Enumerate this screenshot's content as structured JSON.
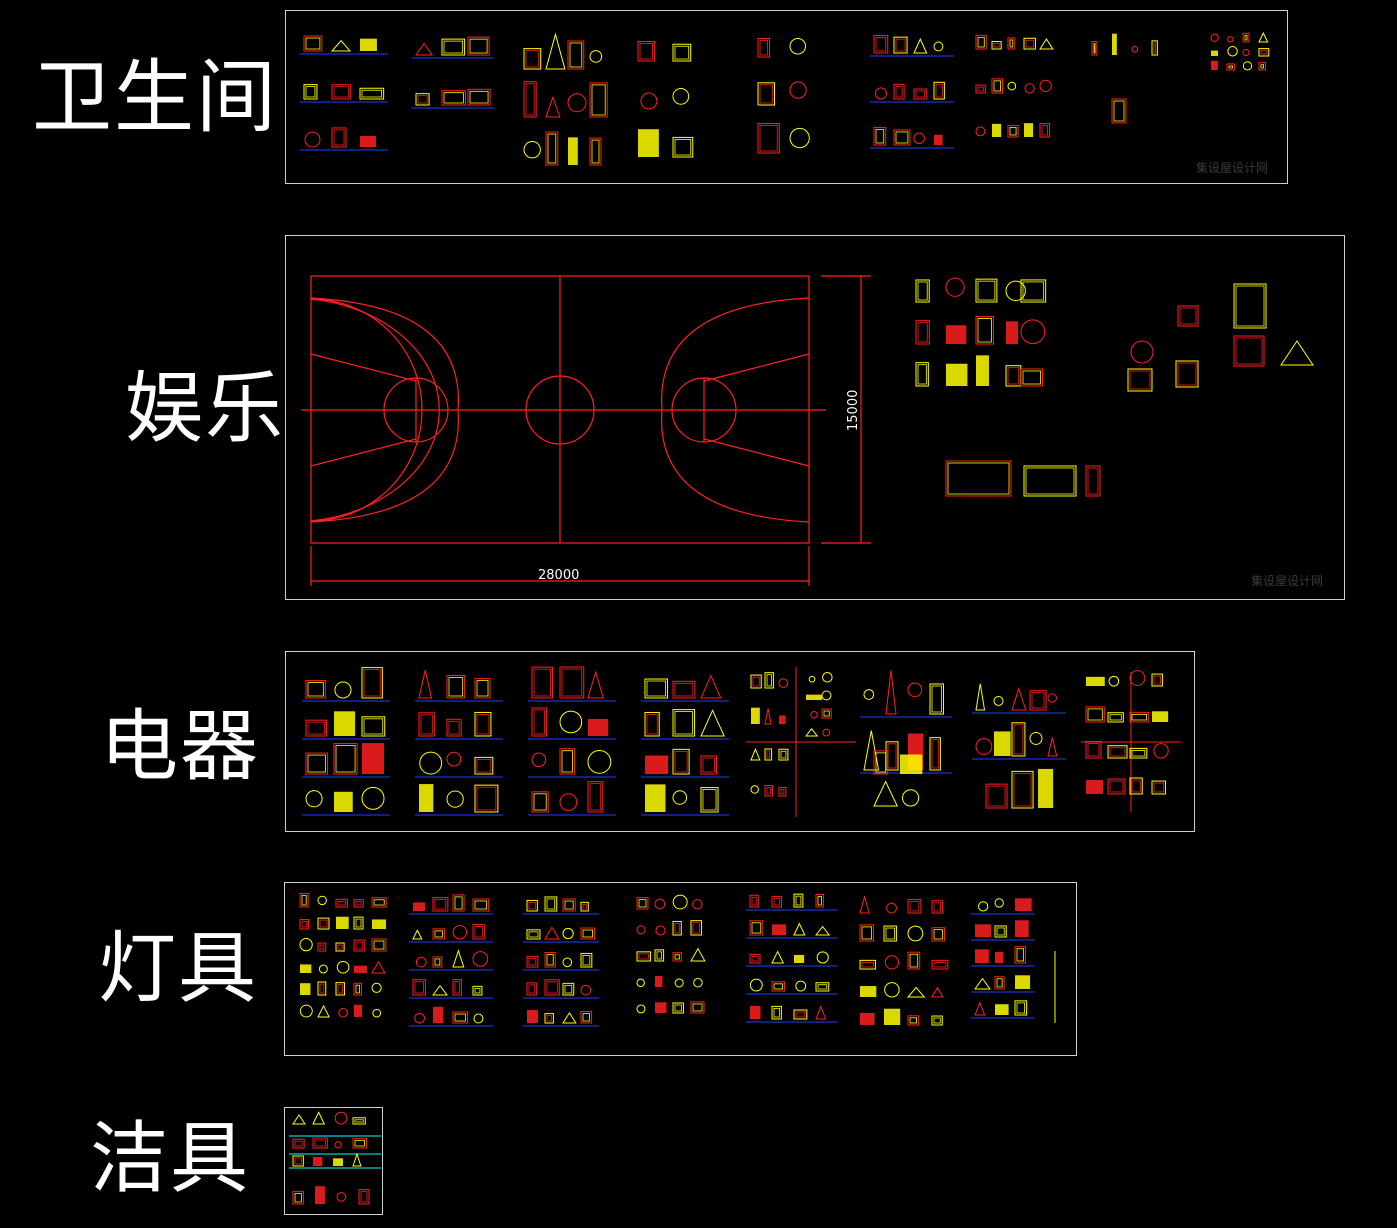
{
  "categories": {
    "bathroom": "卫生间",
    "entertainment": "娱乐",
    "appliances": "电器",
    "lighting": "灯具",
    "sanitary": "洁具"
  },
  "watermark": "集设屋设计网",
  "court": {
    "length_dim": "28000",
    "width_dim": "15000"
  },
  "colors": {
    "background": "#000000",
    "cad_red": "#ff2020",
    "cad_yellow": "#ffff00",
    "cad_blue": "#2040ff",
    "cad_cyan": "#00ffff",
    "frame": "#cfcfcf"
  }
}
